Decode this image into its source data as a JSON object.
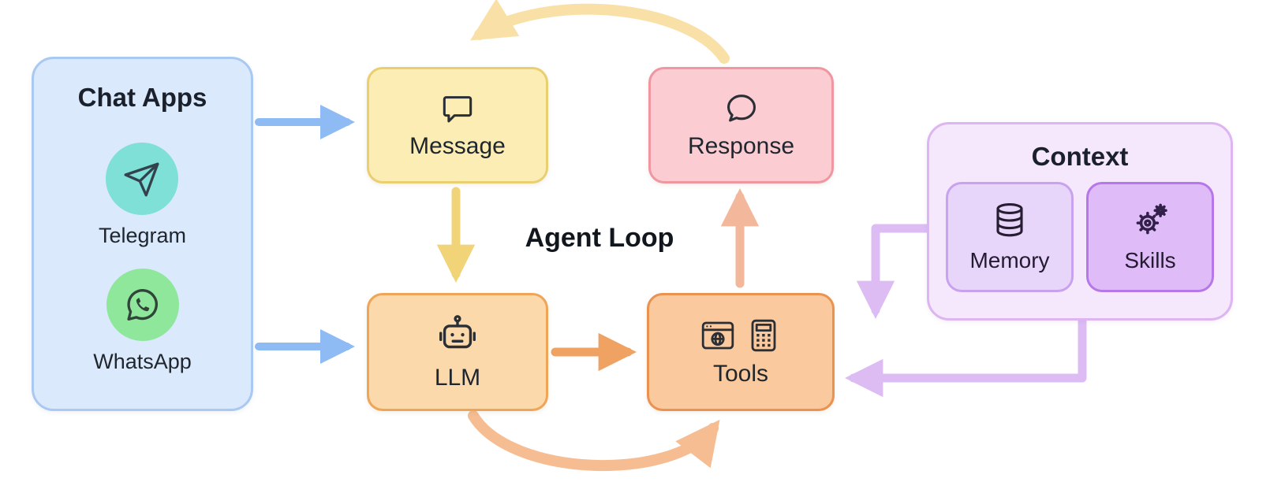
{
  "center_label": "Agent Loop",
  "chat_apps": {
    "title": "Chat Apps",
    "fill": "#dbe9fc",
    "border": "#a9c9f2",
    "items": [
      {
        "name": "telegram",
        "label": "Telegram",
        "icon": "paper-plane-icon",
        "circle_color": "#7ee0d6"
      },
      {
        "name": "whatsapp",
        "label": "WhatsApp",
        "icon": "whatsapp-phone-bubble-icon",
        "circle_color": "#8ee79b"
      }
    ]
  },
  "nodes": {
    "message": {
      "label": "Message",
      "icon": "square-speech-bubble-icon",
      "fill": "#fbedb4",
      "border": "#e9cf6f"
    },
    "response": {
      "label": "Response",
      "icon": "round-speech-bubble-icon",
      "fill": "#fbccd2",
      "border": "#ef96a1"
    },
    "llm": {
      "label": "LLM",
      "icon": "robot-icon",
      "fill": "#fcd9ab",
      "border": "#efa557"
    },
    "tools": {
      "label": "Tools",
      "icon": "browser-and-calculator-icon",
      "fill": "#fac99e",
      "border": "#ea9350"
    }
  },
  "context": {
    "title": "Context",
    "fill": "#f5e8fc",
    "border": "#dcb5f1",
    "items": [
      {
        "name": "memory",
        "label": "Memory",
        "icon": "database-icon",
        "fill": "#e7d6f9",
        "border": "#c8a2ef"
      },
      {
        "name": "skills",
        "label": "Skills",
        "icon": "gears-icon",
        "fill": "#dfbcf7",
        "border": "#b678e8"
      }
    ]
  },
  "arrows": [
    {
      "name": "chat-apps-to-message",
      "color": "#8fbbf4"
    },
    {
      "name": "chat-apps-to-llm",
      "color": "#8fbbf4"
    },
    {
      "name": "message-to-llm",
      "color": "#f2d478"
    },
    {
      "name": "llm-to-tools",
      "color": "#f0a263"
    },
    {
      "name": "tools-to-response",
      "color": "#f3b79b"
    },
    {
      "name": "response-to-message-loop",
      "color": "#f9e0a6"
    },
    {
      "name": "llm-to-tools-loop",
      "color": "#f6bd92"
    },
    {
      "name": "context-to-tools-upper",
      "color": "#ddbcf4"
    },
    {
      "name": "context-to-tools-lower",
      "color": "#ddbcf4"
    }
  ],
  "background": "#ffffff"
}
